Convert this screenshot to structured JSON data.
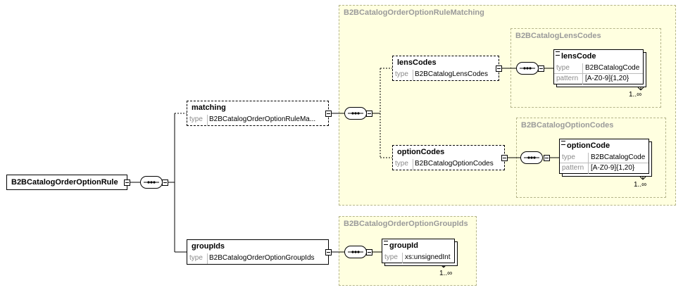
{
  "groups": {
    "rule_matching": {
      "title": "B2BCatalogOrderOptionRuleMatching"
    },
    "lens_codes": {
      "title": "B2BCatalogLensCodes"
    },
    "option_codes": {
      "title": "B2BCatalogOptionCodes"
    },
    "group_ids": {
      "title": "B2BCatalogOrderOptionGroupIds"
    }
  },
  "elements": {
    "root": {
      "name": "B2BCatalogOrderOptionRule"
    },
    "matching": {
      "name": "matching",
      "type_key": "type",
      "type_value": "B2BCatalogOrderOptionRuleMa..."
    },
    "group_ids": {
      "name": "groupIds",
      "type_key": "type",
      "type_value": "B2BCatalogOrderOptionGroupIds"
    },
    "lens_codes": {
      "name": "lensCodes",
      "type_key": "type",
      "type_value": "B2BCatalogLensCodes"
    },
    "option_codes": {
      "name": "optionCodes",
      "type_key": "type",
      "type_value": "B2BCatalogOptionCodes"
    },
    "lens_code": {
      "name": "lensCode",
      "type_key": "type",
      "type_value": "B2BCatalogCode",
      "pattern_key": "pattern",
      "pattern_value": "[A-Z0-9]{1,20}",
      "multiplicity": "1..∞"
    },
    "option_code": {
      "name": "optionCode",
      "type_key": "type",
      "type_value": "B2BCatalogCode",
      "pattern_key": "pattern",
      "pattern_value": "[A-Z0-9]{1,20}",
      "multiplicity": "1..∞"
    },
    "group_id": {
      "name": "groupId",
      "type_key": "type",
      "type_value": "xs:unsignedInt",
      "multiplicity": "1..∞"
    }
  },
  "colors": {
    "group_fill": "#ffffe0",
    "group_border": "#b5b58a",
    "group_title": "#9a9a9a"
  },
  "icons": {
    "sequence": "sequence-compositor-icon",
    "collapse": "collapse-minus-icon",
    "element_doc": "documentation-icon"
  }
}
